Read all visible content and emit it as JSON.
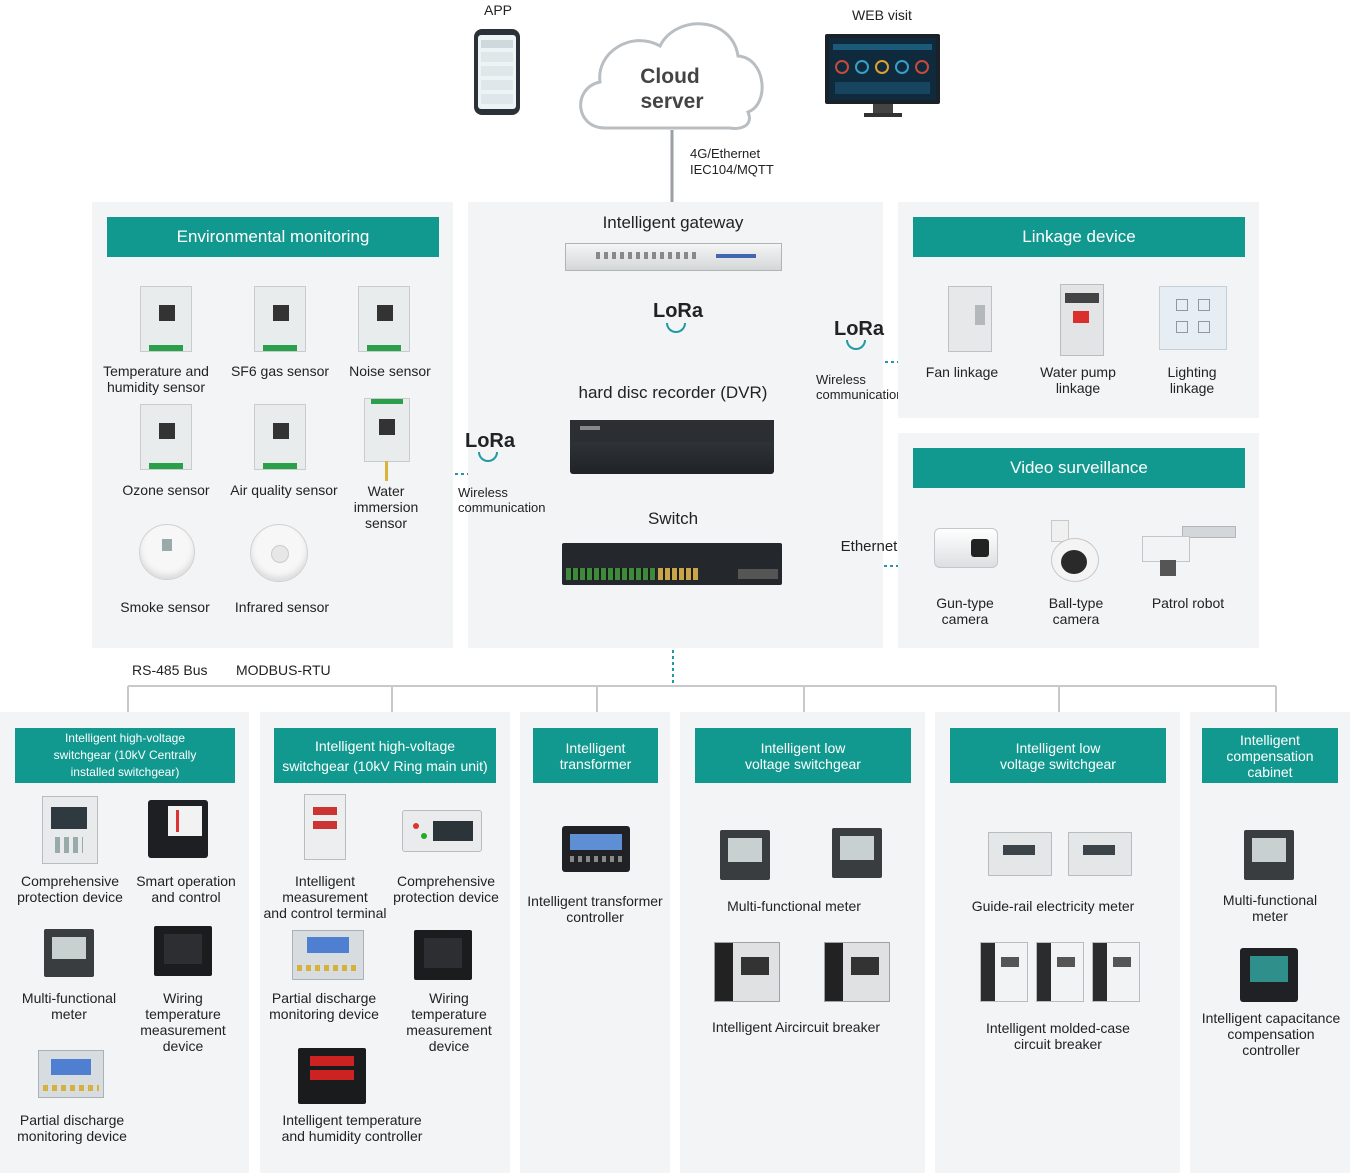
{
  "top": {
    "app": "APP",
    "web": "WEB visit",
    "cloud_line1": "Cloud",
    "cloud_line2": "server",
    "protocol1": "4G/Ethernet",
    "protocol2": "IEC104/MQTT"
  },
  "env": {
    "title": "Environmental monitoring",
    "items": [
      "Temperature and\nhumidity sensor",
      "SF6 gas sensor",
      "Noise sensor",
      "Ozone sensor",
      "Air quality sensor",
      "Water\nimmersion\nsensor",
      "Smoke sensor",
      "Infrared sensor"
    ]
  },
  "center": {
    "gateway": "Intelligent gateway",
    "dvr": "hard disc recorder (DVR)",
    "switch": "Switch",
    "lora": "LoRa",
    "wireless": "Wireless\ncommunication",
    "ethernet": "Ethernet"
  },
  "linkage": {
    "title": "Linkage device",
    "items": [
      "Fan linkage",
      "Water pump\nlinkage",
      "Lighting\nlinkage"
    ]
  },
  "video": {
    "title": "Video surveillance",
    "items": [
      "Gun-type\ncamera",
      "Ball-type\ncamera",
      "Patrol robot"
    ]
  },
  "bus": {
    "rs485": "RS-485 Bus",
    "modbus": "MODBUS-RTU"
  },
  "bottom": [
    {
      "title": "Intelligent high-voltage\nswitchgear (10kV Centrally\ninstalled switchgear)",
      "items": [
        "Comprehensive\nprotection device",
        "Smart operation\nand control",
        "Multi-functional\nmeter",
        "Wiring\ntemperature\nmeasurement\ndevice",
        "Partial discharge\nmonitoring device"
      ]
    },
    {
      "title": "Intelligent high-voltage\nswitchgear (10kV Ring main unit)",
      "items": [
        "Intelligent\nmeasurement\nand control terminal",
        "Comprehensive\nprotection device",
        "Partial discharge\nmonitoring device",
        "Wiring\ntemperature\nmeasurement\ndevice",
        "Intelligent temperature\nand humidity controller"
      ]
    },
    {
      "title": "Intelligent\ntransformer",
      "items": [
        "Intelligent transformer\ncontroller"
      ]
    },
    {
      "title": "Intelligent low\nvoltage switchgear",
      "items": [
        "Multi-functional meter",
        "Intelligent Aircircuit breaker"
      ]
    },
    {
      "title": "Intelligent low\nvoltage switchgear",
      "items": [
        "Guide-rail electricity meter",
        "Intelligent molded-case\ncircuit breaker"
      ]
    },
    {
      "title": "Intelligent\ncompensation\ncabinet",
      "items": [
        "Multi-functional\nmeter",
        "Intelligent capacitance\ncompensation\ncontroller"
      ]
    }
  ],
  "colors": {
    "teal": "#12998f",
    "panel": "#f3f4f5",
    "line": "#c7c9cb",
    "dotted": "#1e9aa0"
  }
}
